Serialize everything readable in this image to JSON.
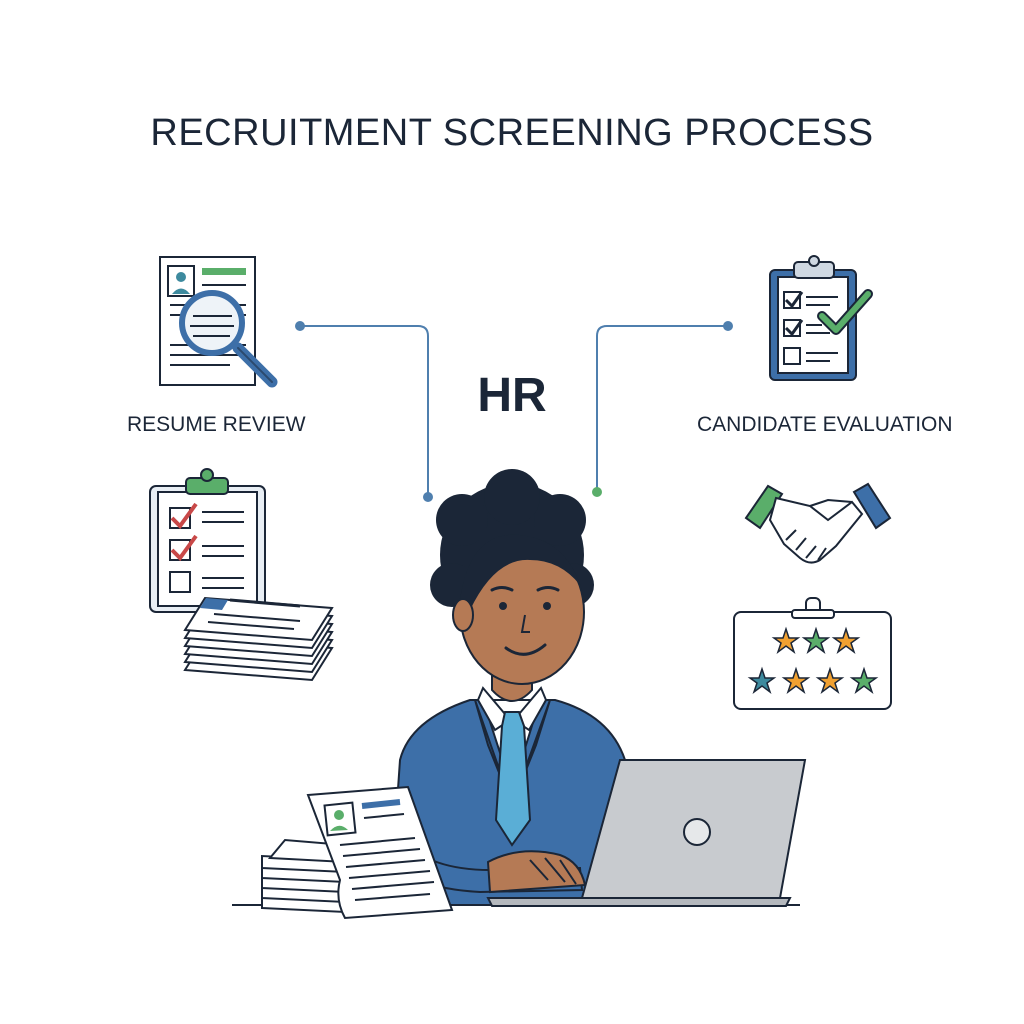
{
  "diagram": {
    "title": "RECRUITMENT SCREENING PROCESS",
    "center_label": "HR",
    "steps": [
      {
        "label": "RESUME REVIEW",
        "icon": "resume-magnifier-icon"
      },
      {
        "label": "CANDIDATE EVALUATION",
        "icon": "checklist-clipboard-icon"
      }
    ],
    "extra_icons": [
      "checklist-with-papers-icon",
      "handshake-icon",
      "star-rating-board-icon",
      "hr-person-at-laptop-illustration"
    ],
    "colors": {
      "text": "#1b2637",
      "connector": "#4f7fae",
      "accent_green": "#5aae6a",
      "accent_blue": "#3d6fa8",
      "check_red": "#c84848",
      "star_orange": "#f0a030",
      "star_teal": "#3d8a9e"
    }
  }
}
